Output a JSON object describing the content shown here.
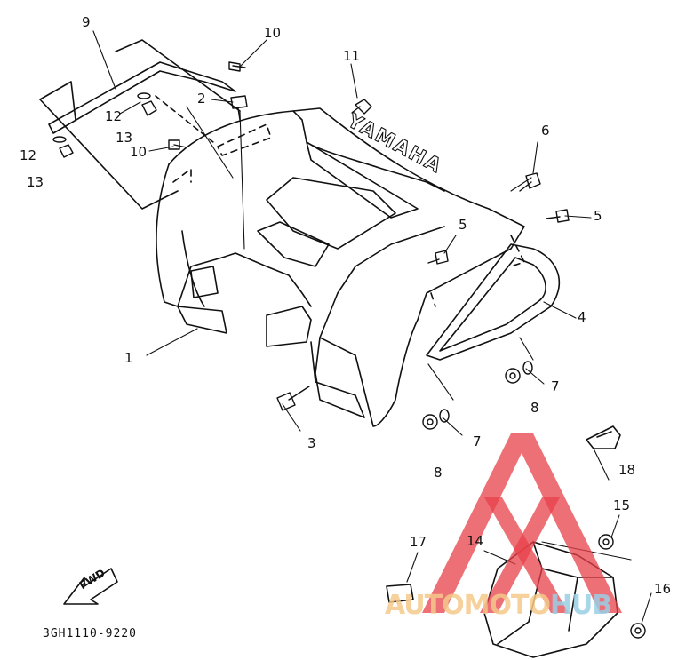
{
  "diagram": {
    "drawing_code": "3GH1110-9220",
    "brand_mark": "YAMAHA",
    "direction_label": "FWD",
    "watermark": {
      "part_a": "AUTOMOTO",
      "part_b": "HUB",
      "color_primary": "#e8404a",
      "color_secondary": "#9ad0e6",
      "color_tertiary": "#f5c98a"
    },
    "callouts": [
      {
        "id": "c9",
        "label": "9"
      },
      {
        "id": "c10a",
        "label": "10"
      },
      {
        "id": "c11",
        "label": "11"
      },
      {
        "id": "c2",
        "label": "2"
      },
      {
        "id": "c12a",
        "label": "12"
      },
      {
        "id": "c13a",
        "label": "13"
      },
      {
        "id": "c12b",
        "label": "12"
      },
      {
        "id": "c10b",
        "label": "10"
      },
      {
        "id": "c13b",
        "label": "13"
      },
      {
        "id": "c6",
        "label": "6"
      },
      {
        "id": "c5a",
        "label": "5"
      },
      {
        "id": "c5b",
        "label": "5"
      },
      {
        "id": "c4",
        "label": "4"
      },
      {
        "id": "c1",
        "label": "1"
      },
      {
        "id": "c7a",
        "label": "7"
      },
      {
        "id": "c8a",
        "label": "8"
      },
      {
        "id": "c3",
        "label": "3"
      },
      {
        "id": "c7b",
        "label": "7"
      },
      {
        "id": "c8b",
        "label": "8"
      },
      {
        "id": "c18",
        "label": "18"
      },
      {
        "id": "c15",
        "label": "15"
      },
      {
        "id": "c17",
        "label": "17"
      },
      {
        "id": "c14",
        "label": "14"
      },
      {
        "id": "c16",
        "label": "16"
      }
    ]
  }
}
